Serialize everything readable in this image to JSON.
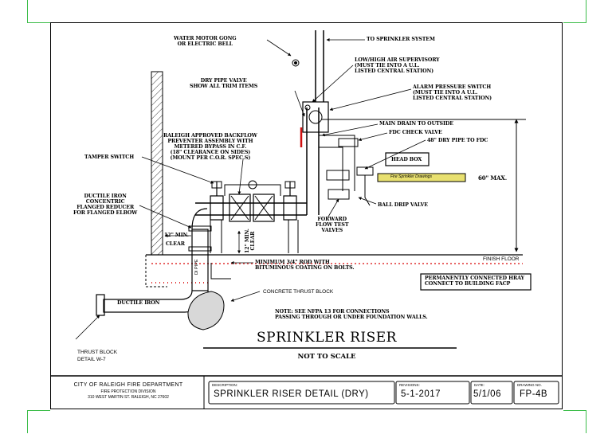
{
  "drawing": {
    "labels": {
      "water_motor_gong": "WATER MOTOR GONG\nOR ELECTRIC BELL",
      "to_sprinkler": "TO SPRINKLER SYSTEM",
      "low_high_air": "LOW/HIGH AIR SUPERVISORY\n(MUST TIE INTO A U.L.\nLISTED CENTRAL STATION)",
      "dry_pipe_valve": "DRY PIPE VALVE\nSHOW ALL TRIM ITEMS",
      "alarm_pressure": "ALARM PRESSURE SWITCH\n(MUST TIE INTO A U.L.\nLISTED CENTRAL STATION)",
      "main_drain": "MAIN DRAIN TO OUTSIDE",
      "fdc_check": "FDC CHECK VALVE",
      "dry_pipe_fdc": "48\" DRY PIPE TO FDC",
      "backflow": "RALEIGH APPROVED BACKFLOW\nPREVENTER ASSEMBLY WITH\nMETERED BYPASS IN C.F.\n(18\" CLEARANCE ON SIDES)\n(MOUNT PER C.O.R. SPEC.S)",
      "tamper_switch": "TAMPER SWITCH",
      "head_box": "HEAD BOX",
      "sixty_max": "60\" MAX.",
      "fire_drawings": "Fire Sprinkler Drawings",
      "ductile_elbow": "DUCTILE IRON\nCONCENTRIC\nFLANGED REDUCER\nFOR FLANGED ELBOW",
      "ball_drip": "BALL DRIP VALVE",
      "forward_flow": "FORWARD\nFLOW TEST\nVALVES",
      "twelve_min": "12\" MIN.",
      "clear": "CLEAR",
      "twelve_min_clear": "12\" MIN.\nCLEAR",
      "finish_floor": "FINISH FLOOR",
      "di_pipe": "DI PIPE",
      "min_rod": "MINIMUM 3/4\" ROD WITH\nBITUMINOUS COATING ON BOLTS.",
      "perm_connected": "PERMANENTLY CONNECTED HRAY\nCONNECT TO BUILDING FACP",
      "ductile_iron": "DUCTILE IRON",
      "concrete_thrust": "CONCRETE THRUST BLOCK",
      "note": "NOTE: SEE NFPA 13 FOR CONNECTIONS\nPASSING THROUGH OR UNDER FOUNDATION WALLS.",
      "thrust_block": "THRUST BLOCK\nDETAIL W-7"
    },
    "title": "SPRINKLER RISER",
    "subtitle": "NOT TO SCALE"
  },
  "title_block": {
    "org_line1": "CITY OF RALEIGH FIRE DEPARTMENT",
    "org_line2": "FIRE PROTECTION DIVISION",
    "org_line3": "310 WEST MARTIN ST. RALEIGH, NC 27602",
    "description_label": "DESCRIPTION:",
    "description": "SPRINKLER RISER DETAIL (DRY)",
    "revisions_label": "REVISIONS:",
    "revisions": "5-1-2017",
    "date_label": "DATE:",
    "date": "5/1/06",
    "drawing_no_label": "DRAWING NO.",
    "drawing_no": "FP-4B"
  },
  "colors": {
    "frame_corners": "#3dbd4a",
    "gong_handle": "#d01010",
    "floor_hatch": "#e03030",
    "label_band": "#e8e070"
  }
}
